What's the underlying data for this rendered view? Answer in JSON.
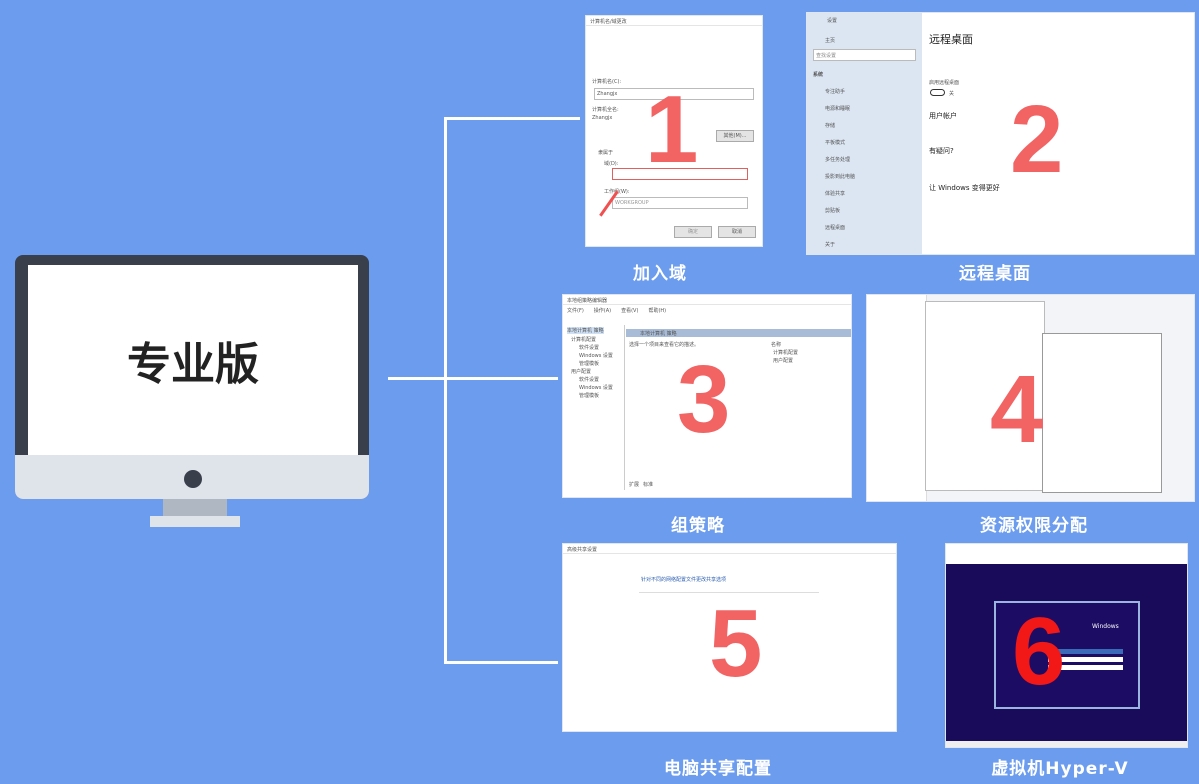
{
  "monitor": {
    "label": "专业版"
  },
  "features": [
    {
      "number": "1",
      "caption": "加入域",
      "window_title": "计算机名/域更改",
      "computer_name_label": "计算机名(C):",
      "computer_name": "Zhangjx",
      "full_name_label": "计算机全名:",
      "full_name": "Zhangjx",
      "other_button": "其他(M)...",
      "member_of": "隶属于",
      "domain_option": "域(D):",
      "workgroup_option": "工作组(W):",
      "workgroup_value": "WORKGROUP",
      "ok": "确定",
      "cancel": "取消"
    },
    {
      "number": "2",
      "caption": "远程桌面",
      "window_title": "设置",
      "home": "主页",
      "search_placeholder": "查找设置",
      "section": "系统",
      "nav": [
        "专注助手",
        "电源和睡眠",
        "存储",
        "平板模式",
        "多任务处理",
        "投影到此电脑",
        "体验共享",
        "剪贴板",
        "远程桌面",
        "关于"
      ],
      "heading": "远程桌面",
      "toggle_label": "启用远程桌面",
      "toggle_state": "关",
      "user_accounts": "用户帐户",
      "help": "有疑问?",
      "improve": "让 Windows 变得更好"
    },
    {
      "number": "3",
      "caption": "组策略",
      "window_title": "本地组策略编辑器",
      "menu": [
        "文件(F)",
        "操作(A)",
        "查看(V)",
        "帮助(H)"
      ],
      "root": "本地计算机 策略",
      "tree": [
        "计算机配置",
        "软件设置",
        "Windows 设置",
        "管理模板",
        "用户配置",
        "软件设置",
        "Windows 设置",
        "管理模板"
      ],
      "hint": "选择一个项目来查看它的描述。",
      "col": "名称",
      "items": [
        "计算机配置",
        "用户配置"
      ],
      "tabs": [
        "扩展",
        "标准"
      ]
    },
    {
      "number": "4",
      "caption": "资源权限分配"
    },
    {
      "number": "5",
      "caption": "电脑共享配置",
      "window_title": "高级共享设置",
      "heading": "针对不同的网络配置文件更改共享选项"
    },
    {
      "number": "6",
      "caption": "虚拟机Hyper-V",
      "logo": "Windows"
    }
  ],
  "colors": {
    "background": "#6c9cee",
    "number": "#f26464"
  }
}
